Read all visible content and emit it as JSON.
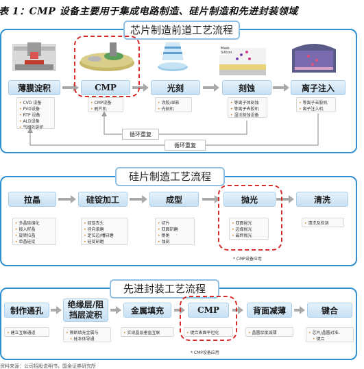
{
  "title": "表 1：CMP 设备主要用于集成电路制造、硅片制造和先进封装领域",
  "front_end": {
    "title": "芯片制造前道工艺流程",
    "steps": [
      {
        "label": "薄膜淀积",
        "items": [
          "CVD 设备",
          "PVD设备",
          "RTP 设备",
          "ALD设备",
          "气相外延炉"
        ]
      },
      {
        "label": "CMP",
        "items": [
          "CMP设备",
          "刷片机"
        ]
      },
      {
        "label": "光刻",
        "items": [
          "涂胶/显影",
          "光刻机"
        ]
      },
      {
        "label": "刻蚀",
        "items": [
          "等离子体刻蚀",
          "等离子去胶机",
          "湿法刻蚀设备"
        ]
      },
      {
        "label": "离子注入",
        "items": [
          "等离子去胶机",
          "离子注入机"
        ]
      }
    ],
    "loop1": "循环重复",
    "loop2": "循环重复",
    "illustration_labels": [
      "Mask",
      "Silicon"
    ]
  },
  "wafer": {
    "title": "硅片制造工艺流程",
    "steps": [
      {
        "label": "拉晶",
        "items": [
          "多晶硅熔化",
          "接入籽晶",
          "旋转拉晶",
          "单晶硅锭"
        ]
      },
      {
        "label": "硅锭加工",
        "items": [
          "硅锭去头",
          "径向滚磨",
          "定位边/槽研磨",
          "硅锭研磨"
        ]
      },
      {
        "label": "成型",
        "items": [
          "切片",
          "双面研磨",
          "倒角",
          "蚀刻"
        ]
      },
      {
        "label": "抛光",
        "items": [
          "双面抛光",
          "边缘抛光",
          "最终抛光"
        ]
      },
      {
        "label": "清洗",
        "items": [
          "清洗及检测"
        ]
      }
    ],
    "cmp_note": "* CMP设备应用"
  },
  "packaging": {
    "title": "先进封装工艺流程",
    "steps": [
      {
        "label": "制作通孔",
        "items": [
          "建立互联通道"
        ]
      },
      {
        "label": "绝缘层/阻挡层淀积",
        "items": [
          "隔断填充金属与",
          "硅本体导通"
        ]
      },
      {
        "label": "金属填充",
        "items": [
          "实现晶层垂直互联"
        ]
      },
      {
        "label": "CMP",
        "items": [
          "键合表面平坦化"
        ]
      },
      {
        "label": "背面减薄",
        "items": [
          "晶圆厚度减薄"
        ]
      },
      {
        "label": "键合",
        "items": [
          "芯片/晶圆对准、",
          "键合"
        ]
      }
    ],
    "cmp_note": "* CMP设备应用"
  },
  "source": "资料来源：公司招股说明书，国金证券研究所",
  "colors": {
    "panel_border": "#2f8fcf",
    "step_fill": "#c7e0f3",
    "highlight": "#d62a2a",
    "bullet": "#e07b00"
  }
}
